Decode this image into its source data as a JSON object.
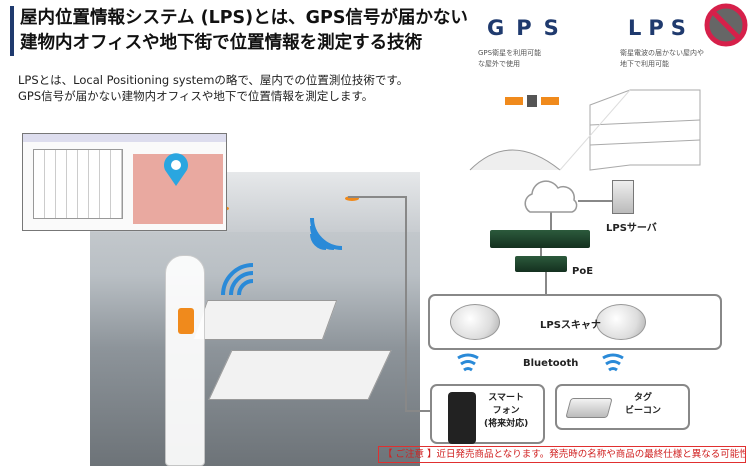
{
  "header": {
    "title_line1": "屋内位置情報システム (LPS)とは、GPS信号が届かない",
    "title_line2": "建物内オフィスや地下街で位置情報を測定する技術"
  },
  "intro": {
    "line1": "LPSとは、Local Positioning systemの略で、屋内での位置測位技術です。",
    "line2": "GPS信号が届かない建物内オフィスや地下で位置情報を測定します。"
  },
  "gps": {
    "label": "GPS",
    "caption1": "GPS衛星を利用可能",
    "caption2": "な屋外で使用"
  },
  "lps": {
    "label": "LPS",
    "caption1": "衛星電波の届かない屋内や",
    "caption2": "地下で利用可能"
  },
  "diagram": {
    "server": "LPSサーバ",
    "poe": "PoE",
    "scanner": "LPSスキャナ",
    "bluetooth": "Bluetooth",
    "phone1": "スマート",
    "phone2": "フォン",
    "phone3": "(将来対応)",
    "tag1": "タグ",
    "tag2": "ビーコン"
  },
  "notice": "【 ご注意 】近日発売商品となります。発売時の名称や商品の最終仕様と異なる可能性があります。",
  "colors": {
    "accent": "#1f3a6e",
    "warning": "#d02020",
    "orange": "#f08a1c",
    "pin": "#2aa6e0"
  }
}
